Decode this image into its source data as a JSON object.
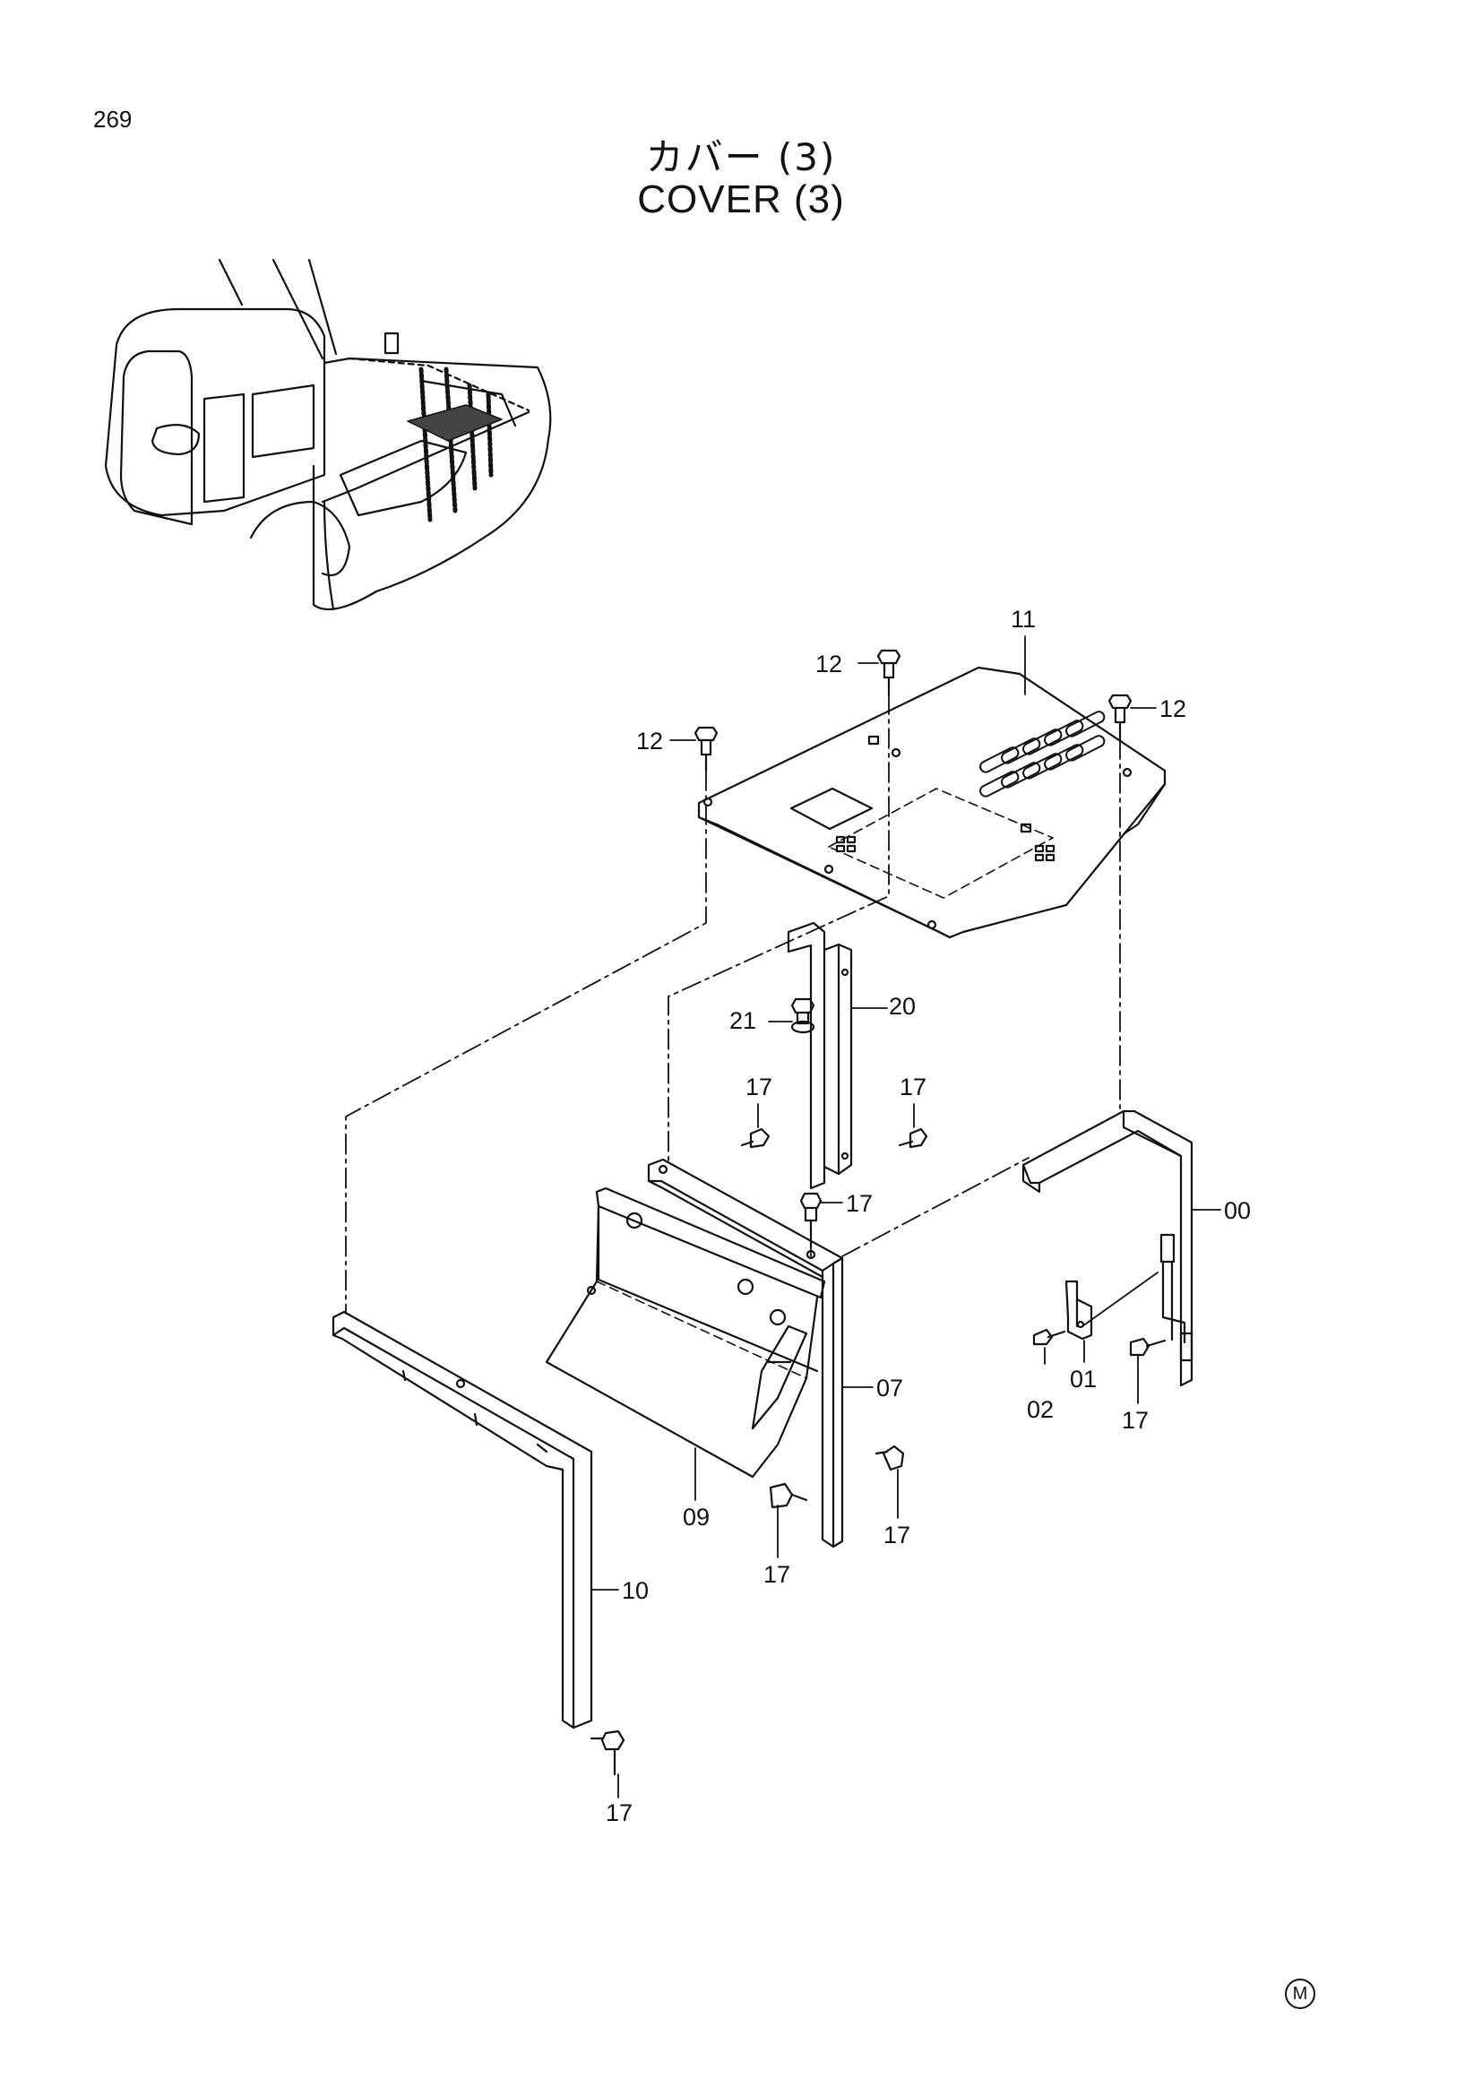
{
  "page_number": "269",
  "title": {
    "japanese": "カバー (3)",
    "english": "COVER (3)"
  },
  "callouts": {
    "p11": "11",
    "p12a": "12",
    "p12b": "12",
    "p12c": "12",
    "p20": "20",
    "p21": "21",
    "p17a": "17",
    "p17b": "17",
    "p17c": "17",
    "p00": "00",
    "p01": "01",
    "p02": "02",
    "p17d": "17",
    "p07": "07",
    "p09": "09",
    "p17e": "17",
    "p17f": "17",
    "p10": "10",
    "p17g": "17"
  },
  "mark": "M"
}
